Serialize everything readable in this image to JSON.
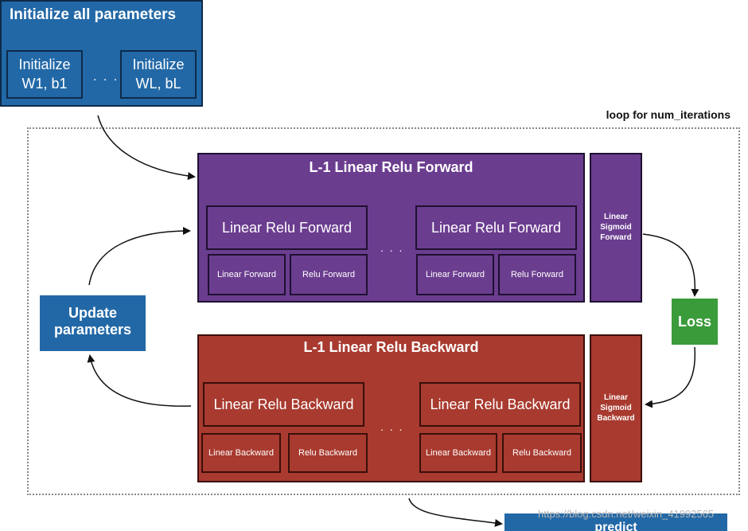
{
  "init": {
    "title": "Initialize all parameters",
    "box_first_line1": "Initialize",
    "box_first_line2": "W1, b1",
    "dots": ". . .",
    "box_last_line1": "Initialize",
    "box_last_line2": "WL, bL"
  },
  "loop_label": "loop for num_iterations",
  "forward": {
    "title": "L-1 Linear Relu Forward",
    "block1": {
      "title": "Linear Relu Forward",
      "sub1": "Linear Forward",
      "sub2": "Relu Forward"
    },
    "dots": ". . .",
    "block2": {
      "title": "Linear Relu Forward",
      "sub1": "Linear Forward",
      "sub2": "Relu Forward"
    },
    "side_line1": "Linear",
    "side_line2": "Sigmoid",
    "side_line3": "Forward"
  },
  "backward": {
    "title": "L-1 Linear Relu Backward",
    "block1": {
      "title": "Linear Relu Backward",
      "sub1": "Linear Backward",
      "sub2": "Relu Backward"
    },
    "dots": ". . .",
    "block2": {
      "title": "Linear Relu Backward",
      "sub1": "Linear Backward",
      "sub2": "Relu Backward"
    },
    "side_line1": "Linear",
    "side_line2": "Sigmoid",
    "side_line3": "Backward"
  },
  "update": {
    "line1": "Update",
    "line2": "parameters"
  },
  "loss": "Loss",
  "predict": "predict",
  "watermark": "https://blog.csdn.net/weixin_41992565",
  "colors": {
    "blue": "#2268a6",
    "purple": "#6b3d8f",
    "red": "#a83a2f",
    "green": "#3a9b3a"
  }
}
